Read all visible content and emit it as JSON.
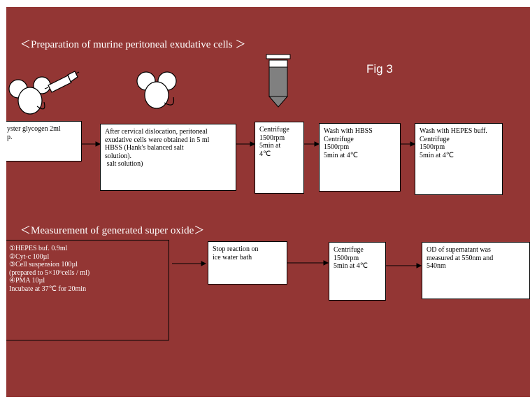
{
  "section1_title": "＜Preparation of murine peritoneal exudative cells ＞",
  "fig_label": "Fig 3",
  "section2_title": "＜Measurement of generated super oxide＞",
  "prep_steps": [
    {
      "lines": [
        "yster glycogen 2ml",
        "p."
      ]
    },
    {
      "lines": [
        "After cervical dislocation, peritoneal",
        "exudative cells were obtained in 5 ml",
        "HBSS (Hank's balanced salt",
        "solution).",
        " salt solution)"
      ]
    },
    {
      "lines": [
        "Centrifuge",
        "1500rpm",
        "5min at",
        "4℃"
      ]
    },
    {
      "lines": [
        "Wash with HBSS",
        "Centrifuge",
        "1500rpm",
        "5min at 4℃"
      ]
    },
    {
      "lines": [
        "Wash with HEPES buff.",
        "Centrifuge",
        "1500rpm",
        "5min at 4℃"
      ]
    }
  ],
  "measure_steps": [
    {
      "lines": [
        "①HEPES buf. 0.9ml",
        "②Cyt-c 100µl",
        "③Cell suspension 100µl",
        "(prepared to 5×10⁶cells / ml)",
        "④PMA 10µl",
        "Incubate at 37℃ for 20min"
      ]
    },
    {
      "lines": [
        "Stop reaction on",
        "ice water bath"
      ]
    },
    {
      "lines": [
        "Centrifuge",
        "1500rpm",
        "5min at 4℃"
      ]
    },
    {
      "lines": [
        "OD of supernatant was",
        "measured at 550nm and",
        "540nm"
      ]
    }
  ],
  "colors": {
    "background": "#933634",
    "box": "#ffffff",
    "tube": "#808080"
  }
}
